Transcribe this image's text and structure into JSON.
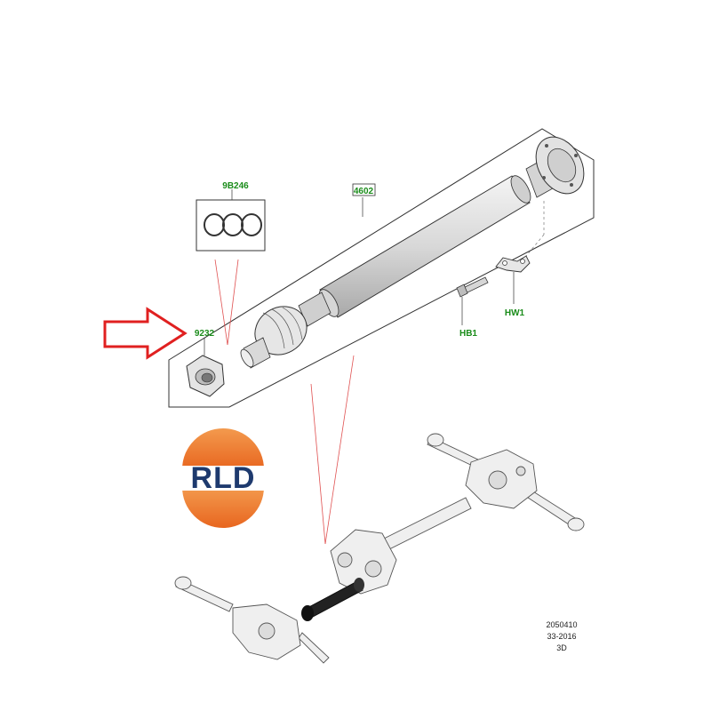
{
  "callouts": {
    "shaft": "4602",
    "snap_rings": "9B246",
    "nut": "9232",
    "bolt": "HB1",
    "bracket": "HW1"
  },
  "logo": {
    "text": "RLD"
  },
  "reference": {
    "line1": "2050410",
    "line2": "33-2016",
    "line3": "3D"
  },
  "colors": {
    "callout_green": "#1a8c1a",
    "pointer_red": "#e02020",
    "logo_orange": "#ef7b2c",
    "logo_navy": "#1e3a6e"
  }
}
